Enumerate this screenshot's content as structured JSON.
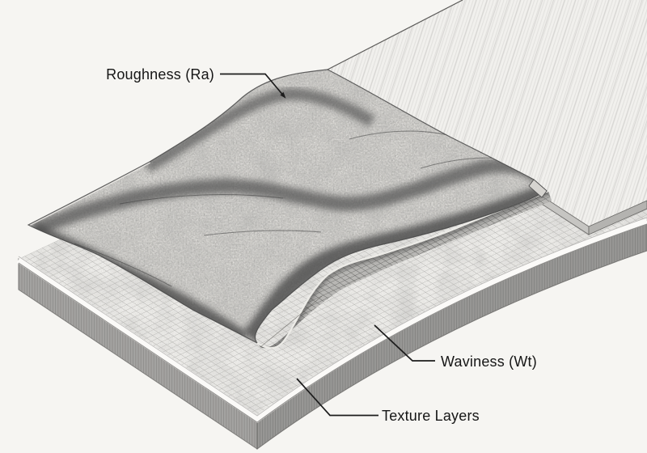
{
  "figure": {
    "type": "isometric surface-texture illustration",
    "background": "#f6f5f2",
    "ink": "#1c1c1c",
    "callouts": [
      {
        "id": "roughness",
        "label": "Roughness (Ra)"
      },
      {
        "id": "waviness",
        "label": "Waviness (Wt)"
      },
      {
        "id": "texture-layers",
        "label": "Texture Layers"
      }
    ],
    "palette": {
      "rough_sheet": "#eceae6",
      "valley_shadow": "#4e4e4e",
      "mesh_fill": "#b9b8b5",
      "mesh_line": "#636363",
      "grid_fill": "#f2f1ee",
      "grid_line": "#b2b1ae",
      "plate_side": "#a4a3a1",
      "rim": "#fbfaf8",
      "smooth_plate": "#f1f0ed",
      "stripe": "#deddda"
    }
  }
}
